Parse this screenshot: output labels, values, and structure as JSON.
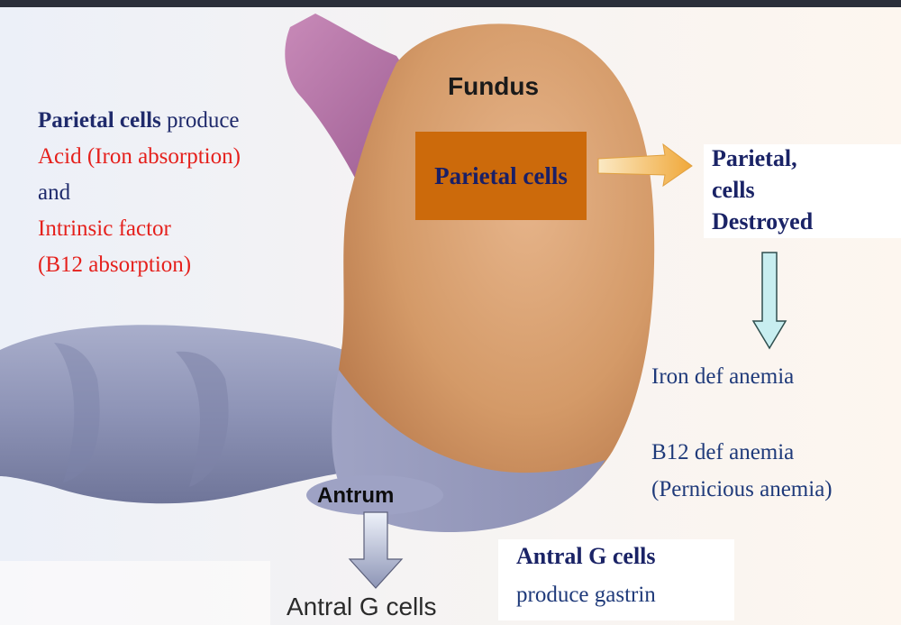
{
  "left_panel": {
    "line1_bold": "Parietal cells",
    "line1_rest": " produce",
    "line2": "Acid (Iron absorption)",
    "line3": "and",
    "line4": "Intrinsic  factor",
    "line5": "(B12 absorption)"
  },
  "stomach": {
    "fundus": "Fundus",
    "parietal_box": "Parietal cells",
    "antrum": "Antrum",
    "antral_bottom": "Antral G cells"
  },
  "right_panel": {
    "destroyed_line1": "Parietal,",
    "destroyed_line2": "cells",
    "destroyed_line3": "Destroyed",
    "iron": "Iron def anemia",
    "b12": "B12 def anemia",
    "pernicious": "(Pernicious  anemia)"
  },
  "gcells": {
    "title": "Antral G cells",
    "subtitle": "produce gastrin"
  },
  "colors": {
    "label_navy": "#1f2a6b",
    "label_red": "#e5201c",
    "parietal_box": "#cc6a0b",
    "arrow_orange": "#f2b24a",
    "arrow_teal": "#c8eef0"
  }
}
